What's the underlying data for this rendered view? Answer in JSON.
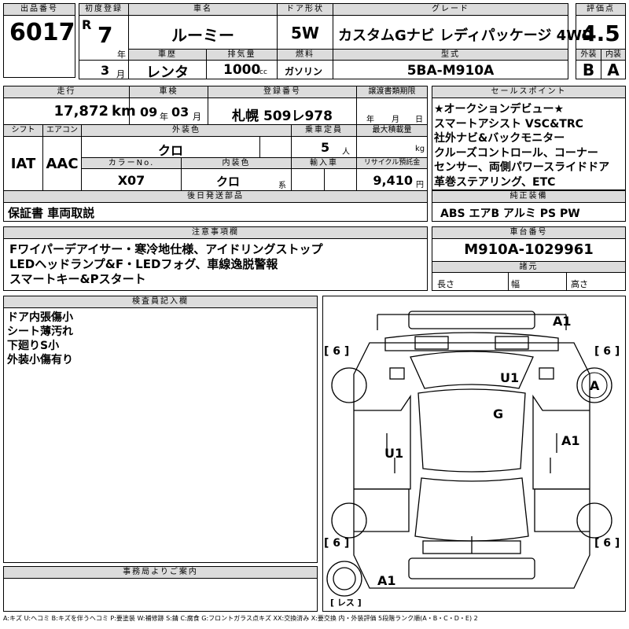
{
  "headers": {
    "lot": "出品番号",
    "first_reg": "初度登録",
    "car_name": "車名",
    "door": "ドア形状",
    "grade": "グレード",
    "score": "評価点",
    "exterior": "外装",
    "interior": "内装",
    "history": "車歴",
    "displacement": "排気量",
    "fuel": "燃料",
    "model": "型式",
    "mileage": "走行",
    "inspection": "車検",
    "reg_no": "登録番号",
    "transfer_date": "譲渡書類期限",
    "sales_points": "セールスポイント",
    "shift": "シフト",
    "aircon": "エアコン",
    "ext_color": "外装色",
    "capacity": "乗車定員",
    "max_load": "最大積載量",
    "color_no": "カラーNo.",
    "int_color": "内装色",
    "import": "輸入車",
    "recycle": "リサイクル預託金",
    "later_parts": "後日発送部品",
    "genuine": "純正装備",
    "notes": "注意事項欄",
    "chassis": "車台番号",
    "dimensions": "諸元",
    "inspector": "検査員記入欄",
    "office": "事務局よりご案内"
  },
  "vehicle": {
    "lot_no": "6017",
    "era_mark": "R",
    "first_reg_year": "7",
    "year_unit": "年",
    "first_reg_month": "3",
    "month_unit": "月",
    "name": "ルーミー",
    "door": "5W",
    "grade": "カスタムGナビ レディパッケージ 4WD",
    "score": "4.5",
    "exterior_grade": "B",
    "interior_grade": "A",
    "history": "レンタ",
    "displacement": "1000",
    "displacement_unit": "cc",
    "fuel": "ガソリン",
    "model": "5BA-M910A",
    "mileage": "17,872",
    "mileage_unit": "km",
    "inspection_year": "09",
    "inspection_month": "03",
    "reg_no": "札幌 509レ978",
    "transfer_year_unit": "年",
    "transfer_month_unit": "月",
    "transfer_day_unit": "日",
    "shift": "IAT",
    "aircon": "AAC",
    "ext_color": "クロ",
    "capacity": "5",
    "capacity_unit": "人",
    "max_load_unit": "kg",
    "color_no": "X07",
    "int_color": "クロ",
    "int_color_unit": "系",
    "recycle": "9,410",
    "recycle_unit": "円",
    "later_parts": "保証書 車両取説",
    "genuine": "ABS エアB アルミ PS PW",
    "chassis": "M910A-1029961",
    "dim_length": "長さ",
    "dim_width": "幅",
    "dim_height": "高さ"
  },
  "sales_points": [
    "★オークションデビュー★",
    "スマートアシスト VSC&TRC",
    "社外ナビ&バックモニター",
    "クルーズコントロール、コーナー",
    "センサー、両側パワースライドドア",
    "革巻ステアリング、ETC"
  ],
  "notes": [
    "Fワイパーデアイサー・寒冷地仕様、アイドリングストップ",
    "LEDヘッドランプ&F・LEDフォグ、車線逸脱警報",
    "スマートキー&Pスタート"
  ],
  "inspector_notes": [
    "ドア内張傷小",
    "シート薄汚れ",
    "下廻りS小",
    "外装小傷有り"
  ],
  "diagram_marks": {
    "a1_top": "A1",
    "u1_roof": "U1",
    "g_glass": "G",
    "a1_side": "A1",
    "u1_side": "U1",
    "a_wheel": "A",
    "a1_bottom": "A1",
    "tire_fl": "[ 6 ]",
    "tire_fr": "[ 6 ]",
    "tire_rl": "[ 6 ]",
    "tire_rr": "[ 6 ]",
    "spare": "[ レス ]"
  },
  "legend": "A:キズ U:ヘコミ B:キズを伴うヘコミ P:要塗装 W:補修跡 S:錆 C:腐食 G:フロントガラス点キズ XX:交換済み X:要交換 内・外装評価 5段階ランク順(A・B・C・D・E) 2"
}
